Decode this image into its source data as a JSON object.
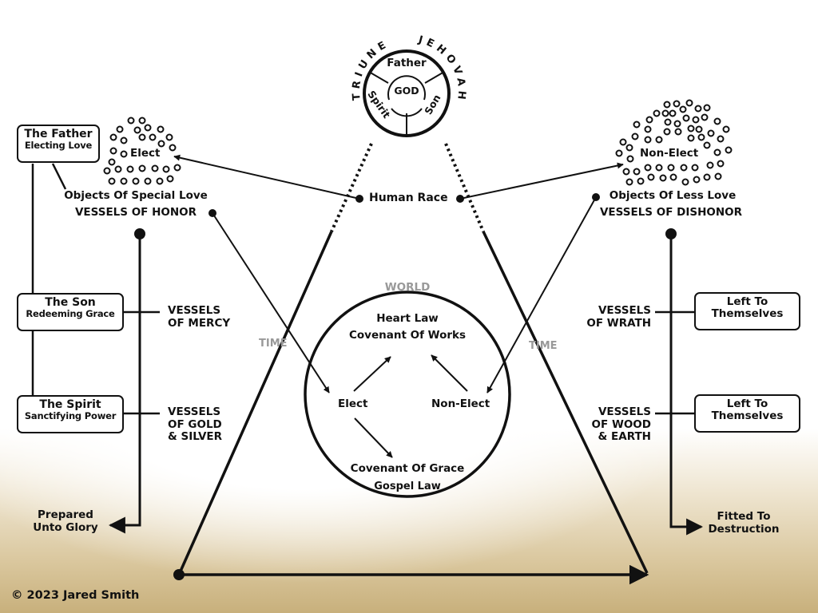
{
  "godhead": {
    "arc_left": "TRIUNE",
    "arc_right": "JEHOVAH",
    "center": "GOD",
    "persons": [
      "Father",
      "Spirit",
      "Son"
    ]
  },
  "human_race": "Human Race",
  "elect_side": {
    "cloud_label": "Elect",
    "objects": "Objects Of Special Love",
    "vessels": "VESSELS OF HONOR",
    "boxes": [
      {
        "title": "The Father",
        "subtitle": "Electing Love"
      },
      {
        "title": "The Son",
        "subtitle": "Redeeming Grace"
      },
      {
        "title": "The Spirit",
        "subtitle": "Sanctifying Power"
      }
    ],
    "vessel_labels": [
      [
        "VESSELS",
        "OF MERCY"
      ],
      [
        "VESSELS",
        "OF GOLD",
        "& SILVER"
      ]
    ],
    "end": [
      "Prepared",
      "Unto Glory"
    ]
  },
  "nonelect_side": {
    "cloud_label": "Non-Elect",
    "objects": "Objects Of Less Love",
    "vessels": "VESSELS OF DISHONOR",
    "boxes": [
      {
        "title": "Left To",
        "subtitle": "Themselves"
      },
      {
        "title": "Left To",
        "subtitle": "Themselves"
      }
    ],
    "vessel_labels": [
      [
        "VESSELS",
        "OF WRATH"
      ],
      [
        "VESSELS",
        "OF WOOD",
        "& EARTH"
      ]
    ],
    "end": [
      "Fitted To",
      "Destruction"
    ]
  },
  "time_label": "TIME",
  "world": {
    "label": "WORLD",
    "heart_law": "Heart Law",
    "works": "Covenant Of Works",
    "elect": "Elect",
    "nonelect": "Non-Elect",
    "grace": "Covenant Of Grace",
    "gospel": "Gospel Law"
  },
  "copyright": "© 2023 Jared Smith",
  "colors": {
    "ink": "#111111",
    "muted": "#999999",
    "sand": "#c8b07c"
  }
}
